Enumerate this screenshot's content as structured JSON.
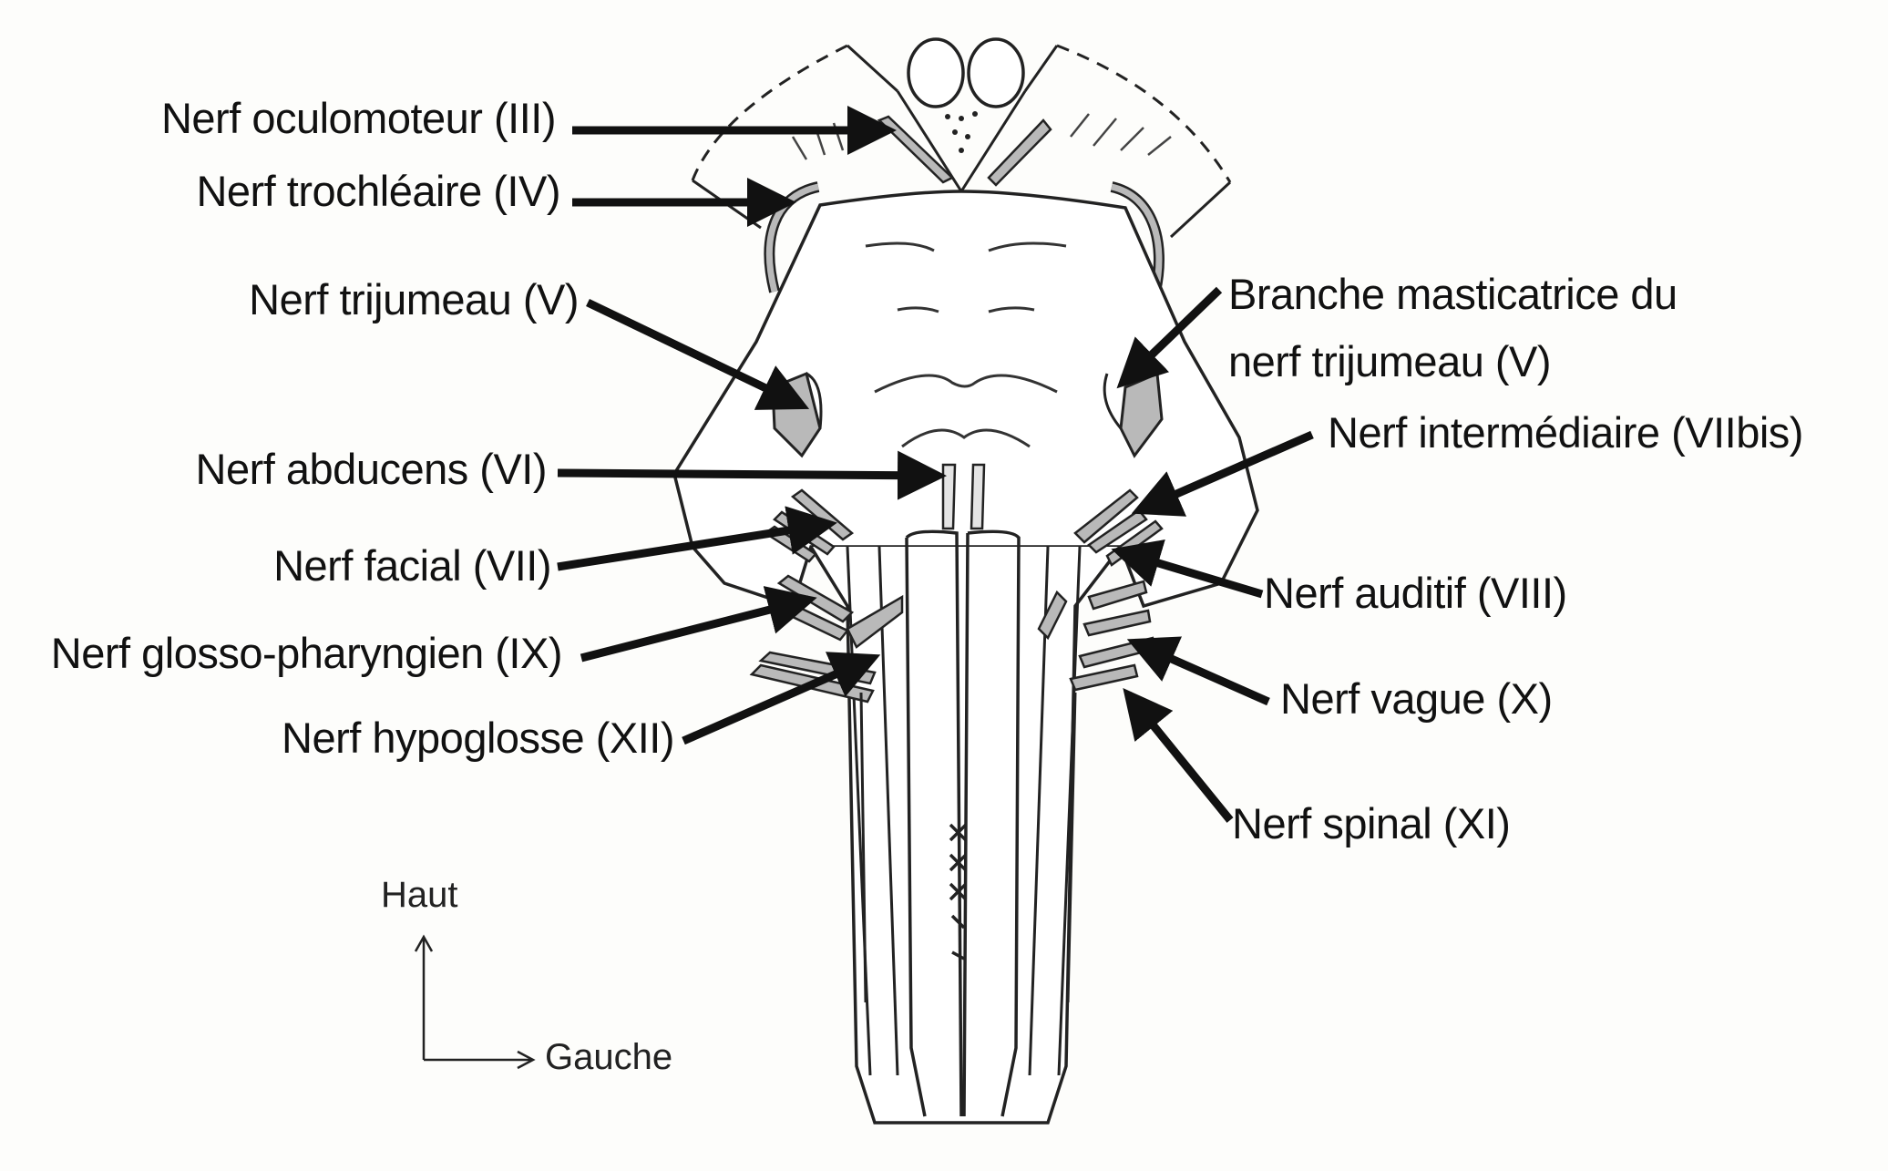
{
  "labels": {
    "oculomoteur": "Nerf oculomoteur (III)",
    "trochleaire": "Nerf trochléaire (IV)",
    "trijumeau": "Nerf trijumeau (V)",
    "abducens": "Nerf abducens (VI)",
    "facial": "Nerf facial (VII)",
    "glosso": "Nerf glosso-pharyngien (IX)",
    "hypoglosse": "Nerf hypoglosse (XII)",
    "masticatrice_line1": "Branche masticatrice du",
    "masticatrice_line2": "nerf trijumeau (V)",
    "intermediaire": "Nerf intermédiaire (VIIbis)",
    "auditif": "Nerf auditif (VIII)",
    "vague": "Nerf vague (X)",
    "spinal": "Nerf spinal (XI)"
  },
  "orientation": {
    "up": "Haut",
    "right": "Gauche"
  },
  "colors": {
    "nerve_fill": "#b9b9b9",
    "outline": "#1a1a1a",
    "background": "#fdfdfb"
  }
}
